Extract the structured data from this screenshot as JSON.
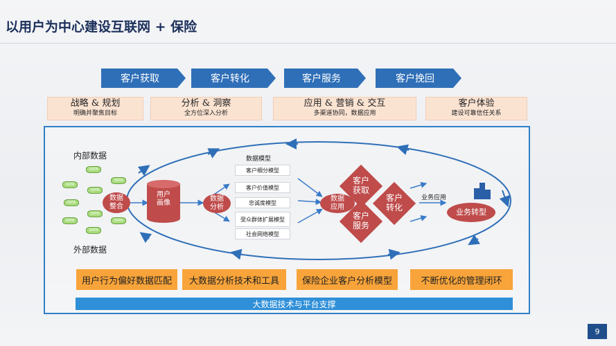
{
  "title": "以用户为中心建设互联网 + 保险",
  "arrows": [
    "客户获取",
    "客户转化",
    "客户服务",
    "客户挽回"
  ],
  "stages": [
    {
      "title": "战略 & 规划",
      "sub": "明确并聚焦目标"
    },
    {
      "title": "分析 & 洞察",
      "sub": "全方位深入分析"
    },
    {
      "title": "应用 & 营销 & 交互",
      "sub": "多渠道协同，数据应用"
    },
    {
      "title": "客户体验",
      "sub": "建设可靠信任关系"
    }
  ],
  "diagram": {
    "internal_label": "内部数据",
    "external_label": "外部数据",
    "data_icon": "DATA",
    "integrate": "数据\n整合",
    "portrait": "用户\n画像",
    "analyze": "数据\n分析",
    "model_title": "数据模型",
    "models": [
      "客户细分模型",
      "客户价值模型",
      "忠诚度模型",
      "受众群体扩展模型",
      "社会网络模型"
    ],
    "apply": "数据\n应用",
    "diamonds": [
      "客户\n获取",
      "客户\n转化",
      "客户\n服务"
    ],
    "biz_apply": "业务应用",
    "transform": "业务转型"
  },
  "bottom_boxes": [
    "用户行为偏好数据匹配",
    "大数据分析技术和工具",
    "保险企业客户分析模型",
    "不断优化的管理闭环"
  ],
  "platform": "大数据技术与平台支撑",
  "page_number": "9",
  "colors": {
    "accent": "#2f6fb8",
    "red": "#bf4b4b",
    "orange": "#f8a43a",
    "peach": "#fbe3d2",
    "frame": "#2f7fc8"
  }
}
